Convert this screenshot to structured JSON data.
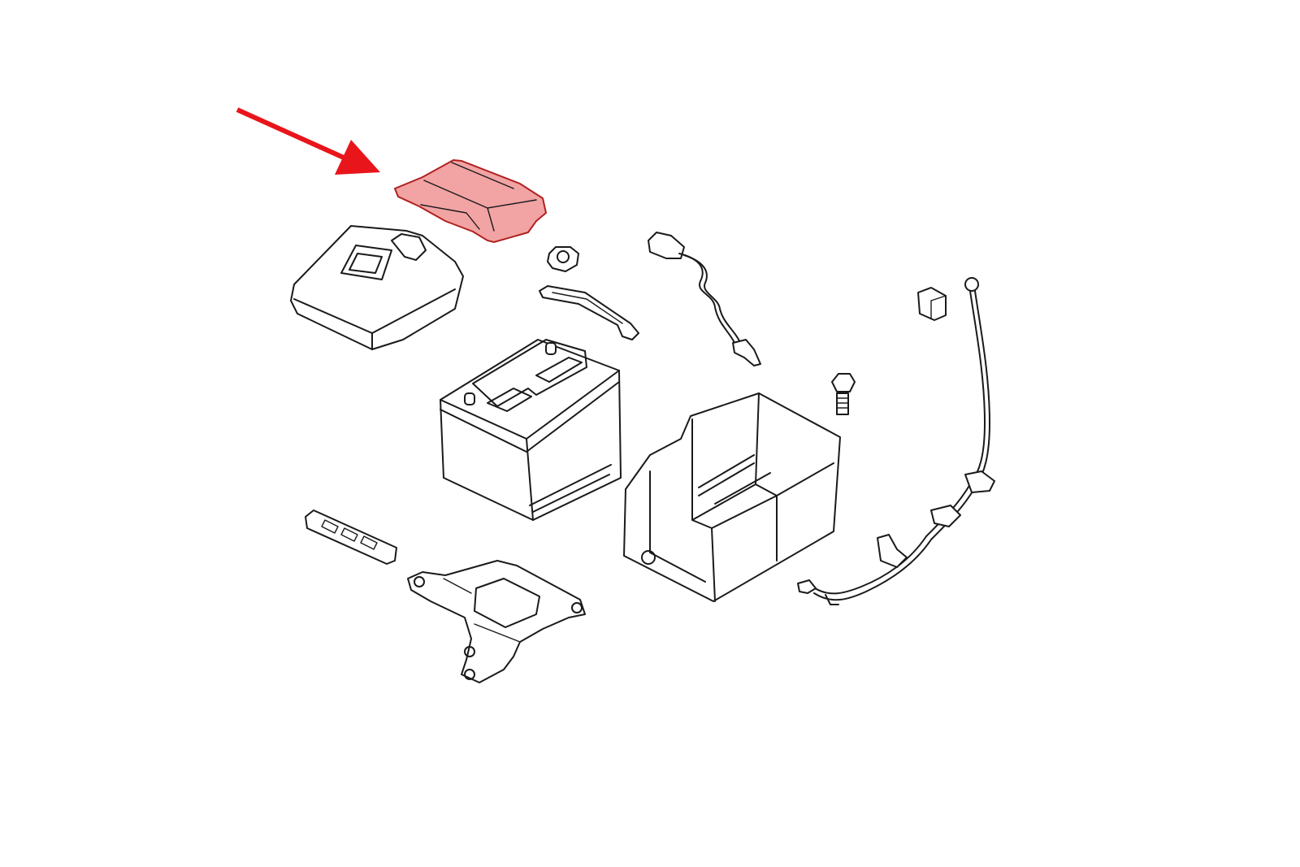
{
  "diagram": {
    "highlight_color": "#f2a3a3",
    "highlight_stroke": "#b02020",
    "arrow_color": "#e8151b",
    "highlighted_part": "battery-terminal-cover",
    "parts": [
      "battery-terminal-cover",
      "battery-cover",
      "nut",
      "hold-down-bar",
      "positive-cable",
      "battery",
      "terminal-cap",
      "ground-cable",
      "bolt",
      "battery-tray",
      "spacer",
      "tray-bracket"
    ]
  }
}
